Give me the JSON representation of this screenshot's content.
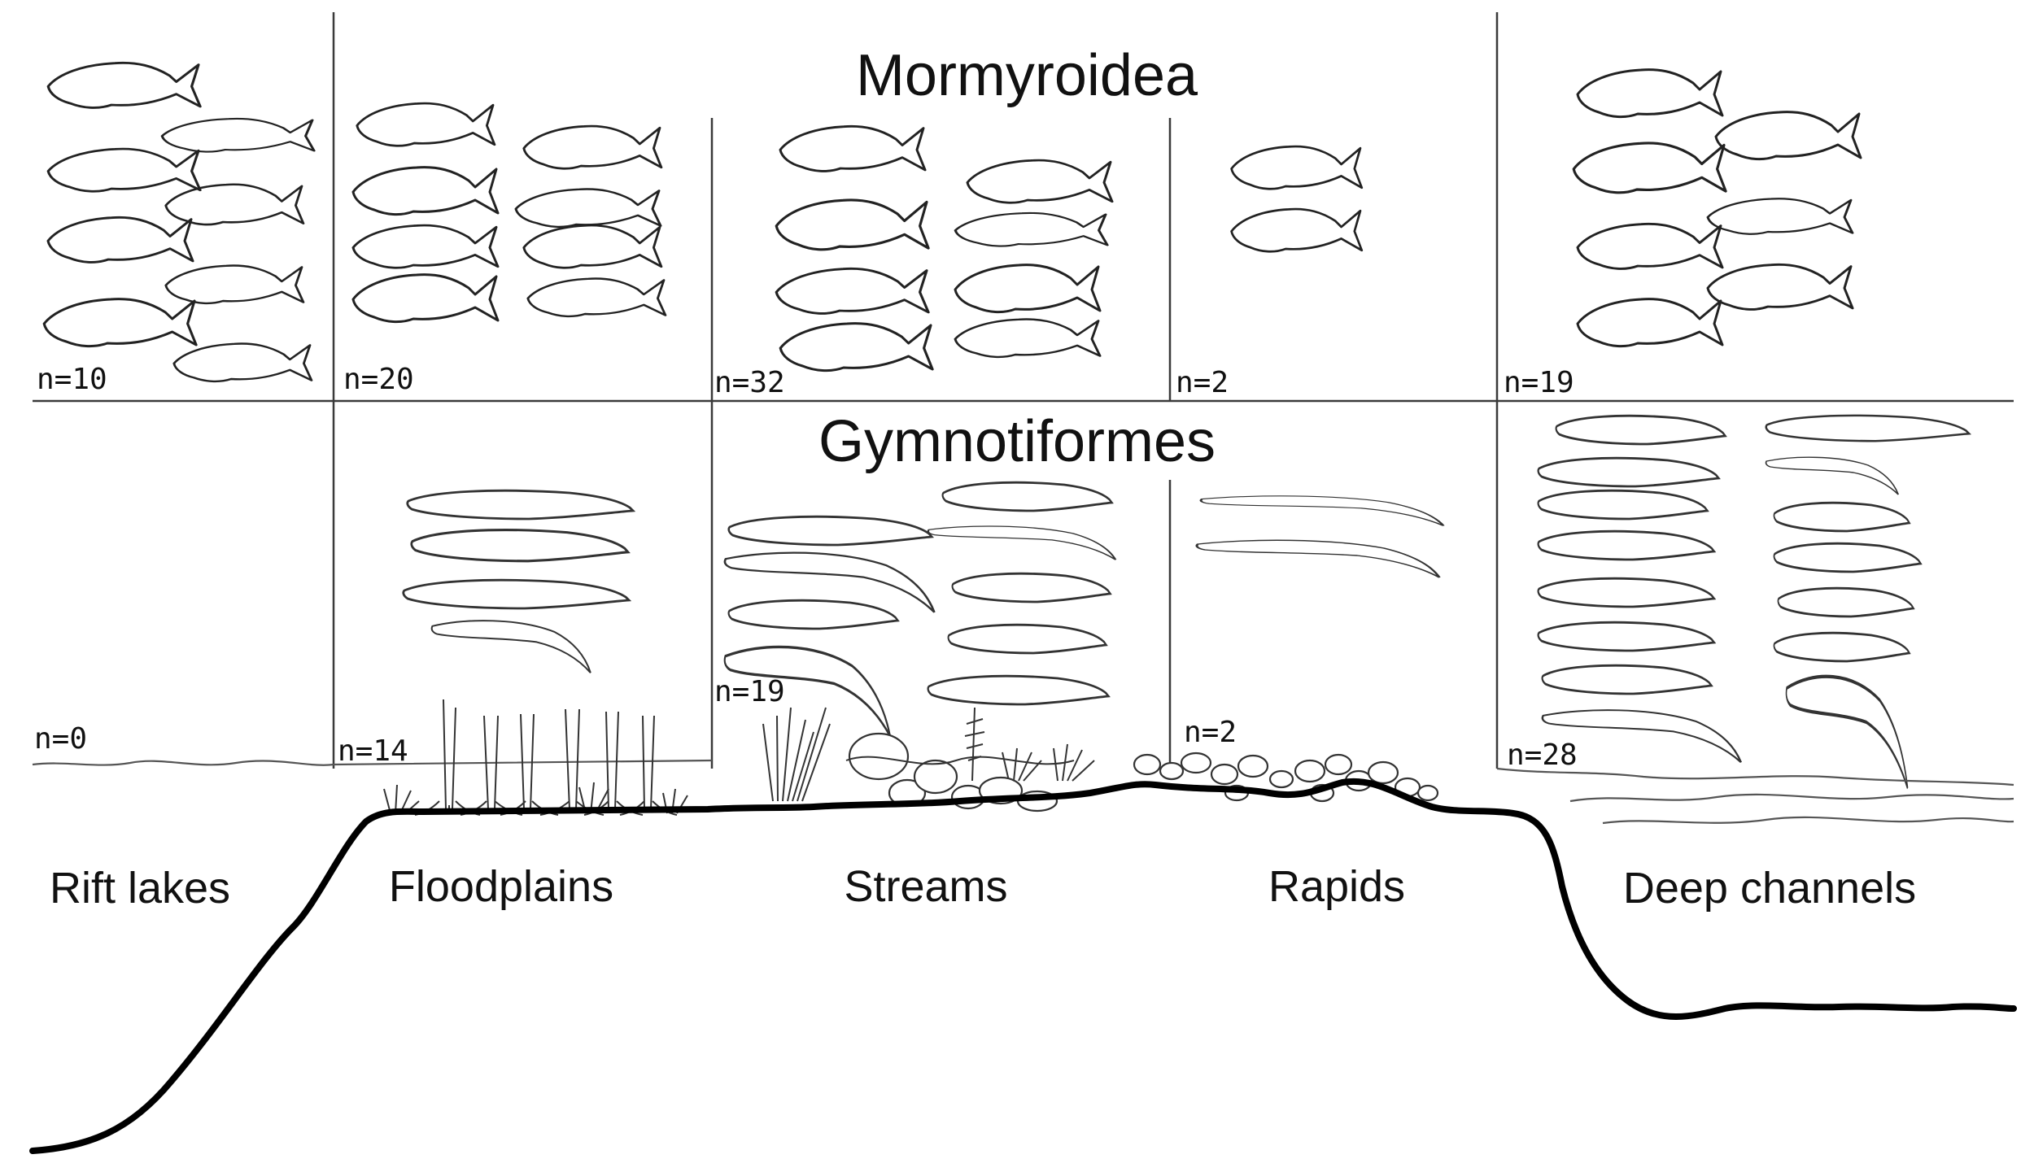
{
  "diagram": {
    "title_top": "Mormyroidea",
    "title_middle": "Gymnotiformes",
    "habitats": [
      {
        "key": "rift",
        "label": "Rift lakes",
        "mormyroidea_n": "n=10",
        "gymnotiformes_n": "n=0",
        "mormyroidea_count": 10,
        "gymnotiformes_count": 0
      },
      {
        "key": "flood",
        "label": "Floodplains",
        "mormyroidea_n": "n=20",
        "gymnotiformes_n": "n=14",
        "mormyroidea_count": 20,
        "gymnotiformes_count": 14
      },
      {
        "key": "streams",
        "label": "Streams",
        "mormyroidea_n": "n=32",
        "gymnotiformes_n": "n=19",
        "mormyroidea_count": 32,
        "gymnotiformes_count": 19
      },
      {
        "key": "rapids",
        "label": "Rapids",
        "mormyroidea_n": "n=2",
        "gymnotiformes_n": "n=2",
        "mormyroidea_count": 2,
        "gymnotiformes_count": 2
      },
      {
        "key": "deep",
        "label": "Deep channels",
        "mormyroidea_n": "n=19",
        "gymnotiformes_n": "n=28",
        "mormyroidea_count": 19,
        "gymnotiformes_count": 28
      }
    ],
    "colors": {
      "ink": "#111111",
      "grid": "#3a3a3a",
      "background": "#ffffff"
    }
  }
}
